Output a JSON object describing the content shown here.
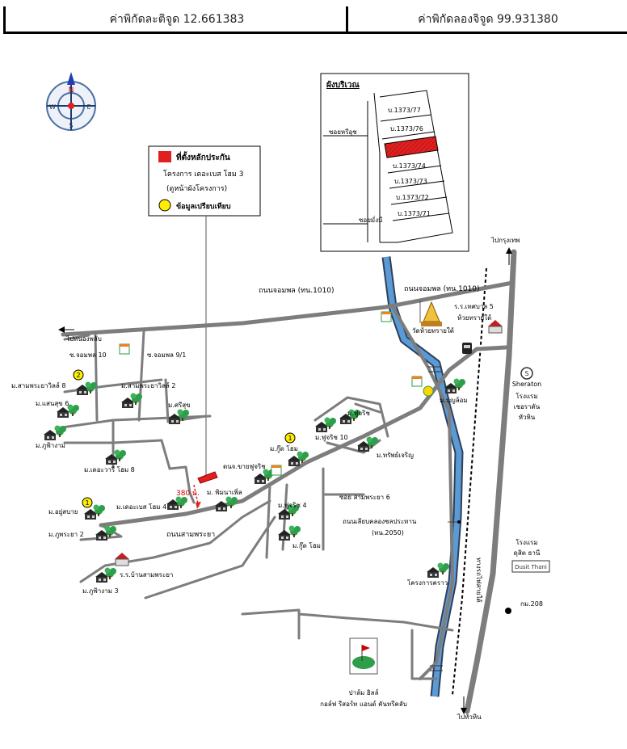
{
  "header": {
    "latitude_text": "ค่าพิกัดละติจูด 12.661383",
    "longitude_text": "ค่าพิกัดลองจิจูด 99.931380"
  },
  "compass": {
    "n": "N",
    "s": "S",
    "e": "E",
    "w": "W"
  },
  "legend": {
    "project_marker": "ที่ตั้งหลักประกัน",
    "project_name": "โครงการ เดอะเบส โฮม 3",
    "project_note": "(ดูหน้าผังโครงการ)",
    "compare_marker": "ข้อมูลเปรียบเทียบ"
  },
  "site_plan": {
    "title": "ผังบริเวณ",
    "lots": [
      "บ.1373/77",
      "บ.1373/76",
      "บ.1373/74",
      "บ.1373/73",
      "บ.1373/72",
      "บ.1373/71"
    ],
    "soi_north": "ซอยหรีอุช",
    "soi_south": "ซอยมั่งมี"
  },
  "labels": {
    "road_jompol": "ถนนจอมพล (ทน.1010)",
    "road_jompol_2": "ถนนจอมพล (ทน.1010)",
    "to_bangkok": "ไปกรุงเทพ",
    "to_nongphlap": "ไปหนองพลับ",
    "to_huahin": "ไปหัวหิน",
    "school_ttb": "ร.ร.เทศบาล 5",
    "school_ttb_2": "ห้วยทรายใต้",
    "wat": "วัดห้วยทรายใต้",
    "soi_jompol_10": "ซ.จอมพล 10",
    "soi_jompol_9": "ซ.จอมพล 9/1",
    "v_sampraya_8": "ม.สามพระยาวิลล์ 8",
    "v_sampraya_2": "ม.สามพระยาวิลล์ 2",
    "v_saensuk": "ม.แสนสุข 6",
    "v_sirisuk": "ม.ศรีสุข",
    "v_bhukanngam": "ม.ภูฟ้างาม",
    "v_thebase_8": "ม.เดอะวารี โฮม 8",
    "v_boonlom": "ม.บุญล้อม",
    "v_fuchit": "ม.ฟูจริช",
    "v_fuchit_10": "ม.ฟูจริช 10",
    "v_goodhome": "ม.กู๊ด โฮม",
    "v_sap": "ม.ทรัพย์เจริญ",
    "market": "ตนจ.ขายฟูจริช",
    "v_pinnapa": "ม. พิมนาเพิ่ล",
    "v_thebase_4": "ม.เดอะเบส โฮม 4",
    "soi_sampraya_6": "ซอย สามพระยา 6",
    "v_fuchit_4": "ม.ฟูจริช 4",
    "v_goodhome_2": "ม.กู๊ด โฮม",
    "v_ayusabai": "ม.อยู่สบาย",
    "v_bhupraya_2": "ม.ภูพระยา 2",
    "road_sampraya": "ถนนสามพระยา",
    "school_sampraya": "ร.ร.บ้านสามพระยา",
    "v_bhufangam_3": "ม.ภูฟ้างาม 3",
    "road_canal": "ถนนเลียบคลองชลประทาน",
    "road_canal_code": "(ทน.2050)",
    "project_kao": "โครงการคราว",
    "railway": "ทางรถไฟสายใต้",
    "sheraton": "Sheraton",
    "sheraton_th": "โรงแรม",
    "sheraton_th_2": "เชอราตัน",
    "sheraton_th_3": "หัวหิน",
    "dusit_th": "โรงแรม",
    "dusit_th_2": "ดุสิต ธานี",
    "dusit_logo": "Dusit Thani",
    "km208": "กม.208",
    "palm_hills": "ปาล์ม ฮิลล์",
    "palm_hills_2": "กอล์ฟ รีสอร์ท แอนด์ คันทรีคลับ",
    "distance": "380 ม.",
    "badge_1": "1",
    "badge_2": "2",
    "badge_3": "1"
  },
  "colors": {
    "road": "#7d7d7d",
    "canal": "#5b9bd5",
    "canal_edge": "#2f3f5a",
    "project": "#e02020",
    "compare": "#ffee00",
    "tree": "#2e9e4a"
  }
}
